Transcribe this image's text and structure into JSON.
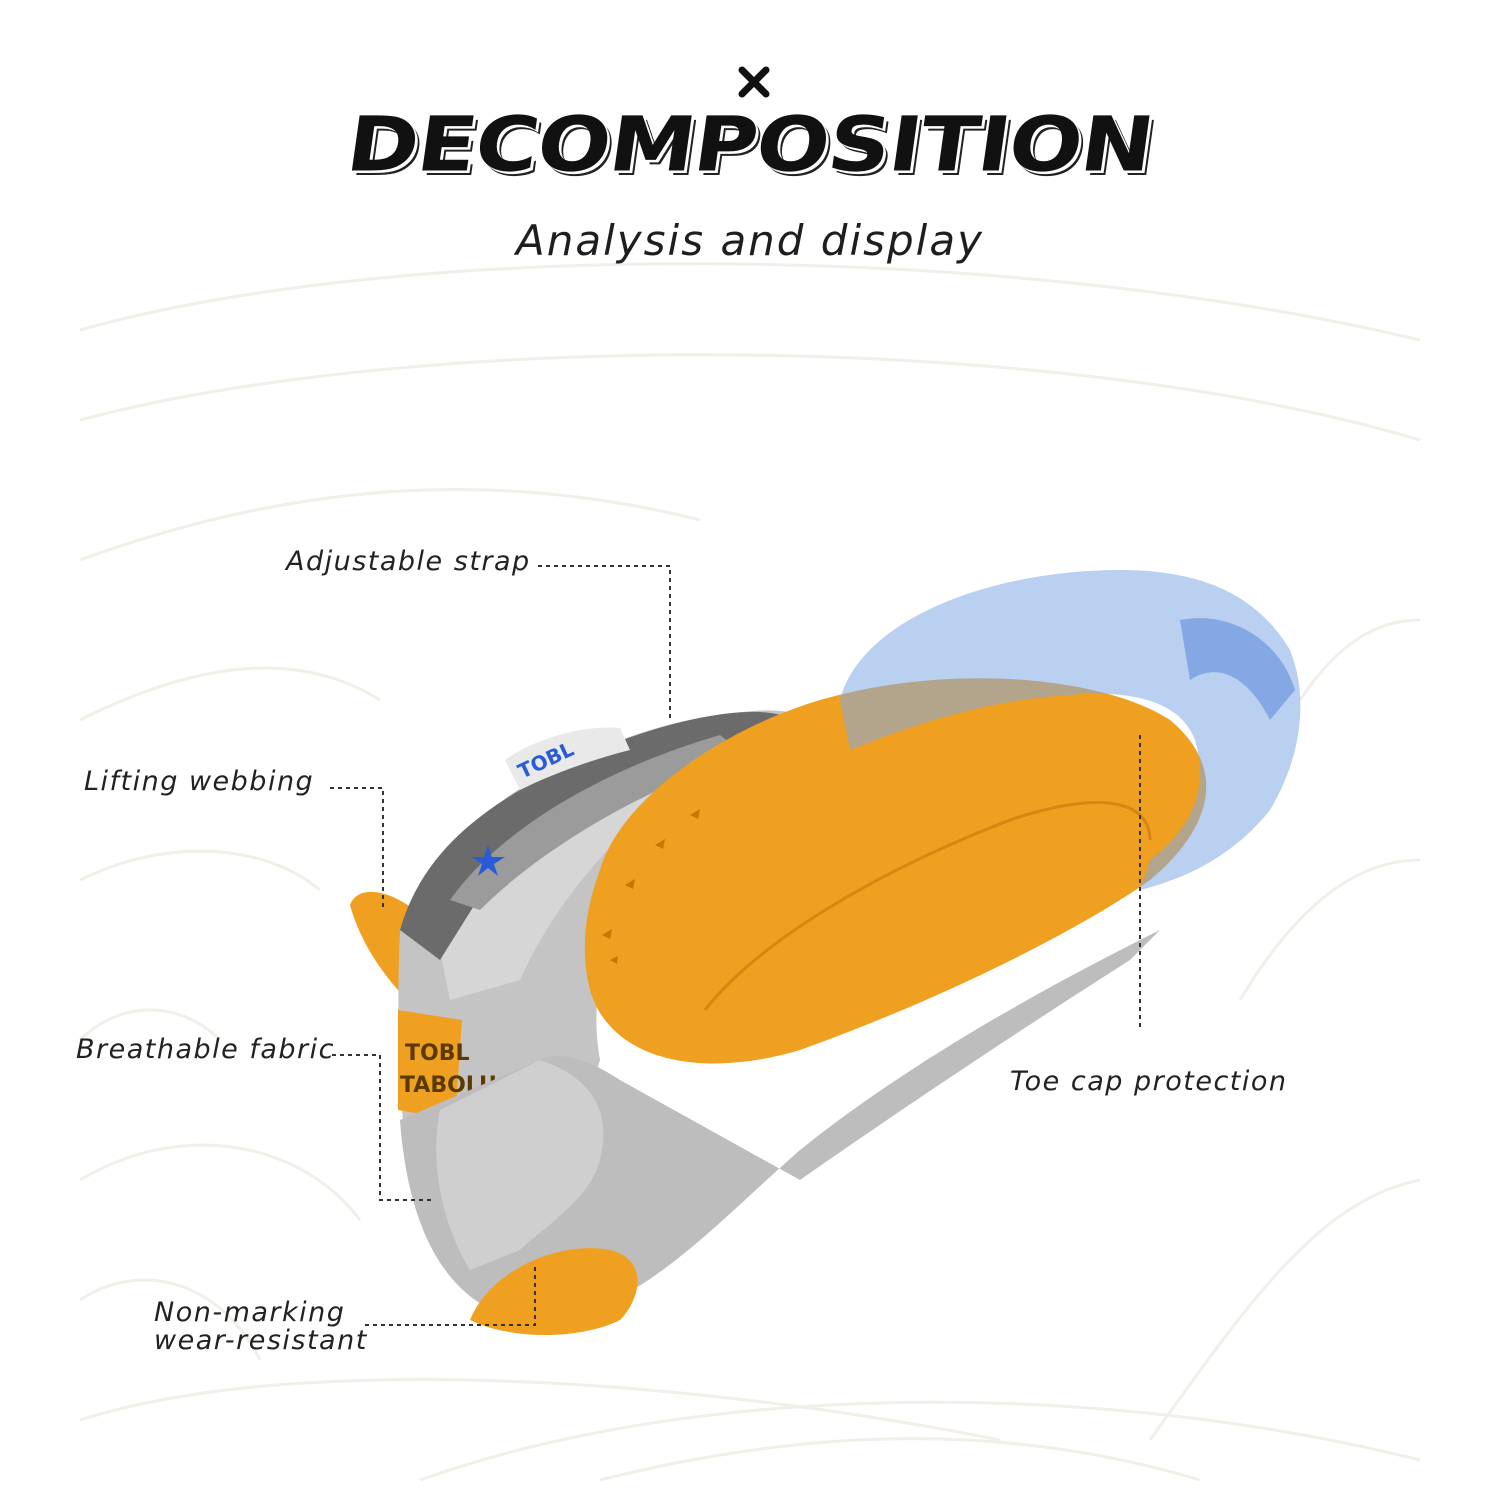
{
  "header": {
    "title": "DECOMPOSITION",
    "subtitle": "Analysis and display"
  },
  "callouts": {
    "adjustable_strap": "Adjustable strap",
    "lifting_webbing": "Lifting webbing",
    "breathable_fabric": "Breathable fabric",
    "toe_cap_protection": "Toe cap protection",
    "non_marking_line1": "Non-marking",
    "non_marking_line2": "wear-resistant"
  },
  "shoe": {
    "tongue_text": "TOBL",
    "side_text_line1": "TOBL",
    "side_text_line2": "TABOLU"
  },
  "colors": {
    "sole_orange": "#f0a020",
    "upper_gray": "#b9b9b9",
    "strap_dark": "#6b6b6b",
    "toe_cap_blue": "#7fa9e6",
    "accent_blue": "#2a5bd7"
  },
  "icons": {
    "top_mark": "x-mark-icon",
    "strap_star": "star-icon"
  }
}
